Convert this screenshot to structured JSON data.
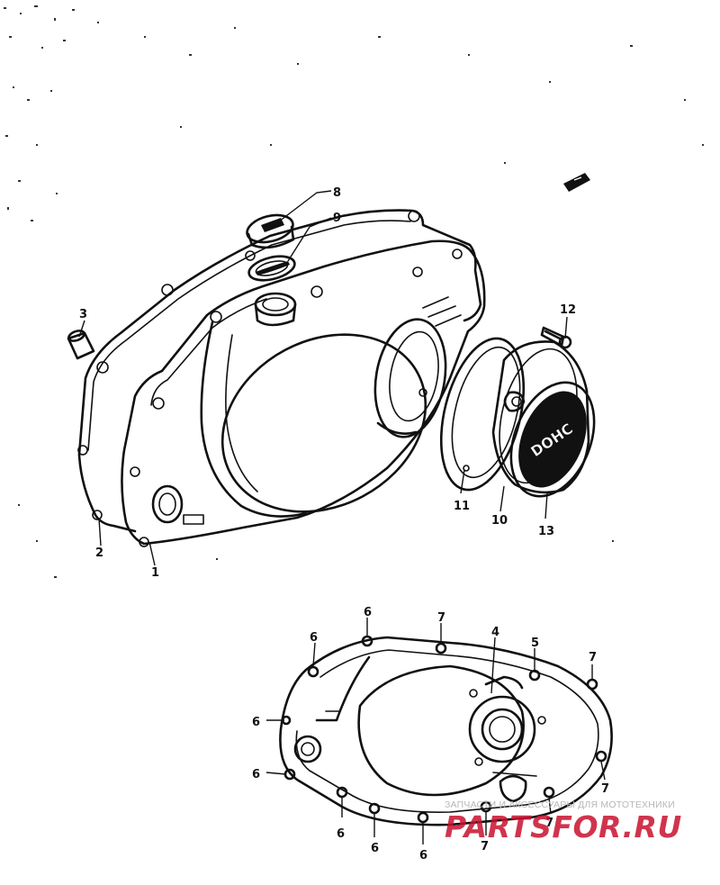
{
  "diagram": {
    "callouts": [
      {
        "id": "c8",
        "label": "8"
      },
      {
        "id": "c9",
        "label": "9"
      },
      {
        "id": "c3",
        "label": "3"
      },
      {
        "id": "c12",
        "label": "12"
      },
      {
        "id": "c2",
        "label": "2"
      },
      {
        "id": "c1",
        "label": "1"
      },
      {
        "id": "c11",
        "label": "11"
      },
      {
        "id": "c10",
        "label": "10"
      },
      {
        "id": "c13",
        "label": "13"
      },
      {
        "id": "c6a",
        "label": "6"
      },
      {
        "id": "c7a",
        "label": "7"
      },
      {
        "id": "c4",
        "label": "4"
      },
      {
        "id": "c5",
        "label": "5"
      },
      {
        "id": "c7b",
        "label": "7"
      },
      {
        "id": "c6b",
        "label": "6"
      },
      {
        "id": "c6c",
        "label": "6"
      },
      {
        "id": "c6d",
        "label": "6"
      },
      {
        "id": "c7c",
        "label": "7"
      },
      {
        "id": "c6e",
        "label": "6"
      },
      {
        "id": "c6f",
        "label": "6"
      },
      {
        "id": "c6g",
        "label": "6"
      },
      {
        "id": "c7d",
        "label": "7"
      },
      {
        "id": "c7e",
        "label": "7"
      }
    ],
    "emblem_text": "DOHC"
  },
  "watermark": {
    "subtitle": "ЗАПЧАСТИ И АКСЕССУАРЫ ДЛЯ МОТОТЕХНИКИ",
    "brand": "PARTSFOR.RU",
    "brand_color": "#c8102e"
  }
}
